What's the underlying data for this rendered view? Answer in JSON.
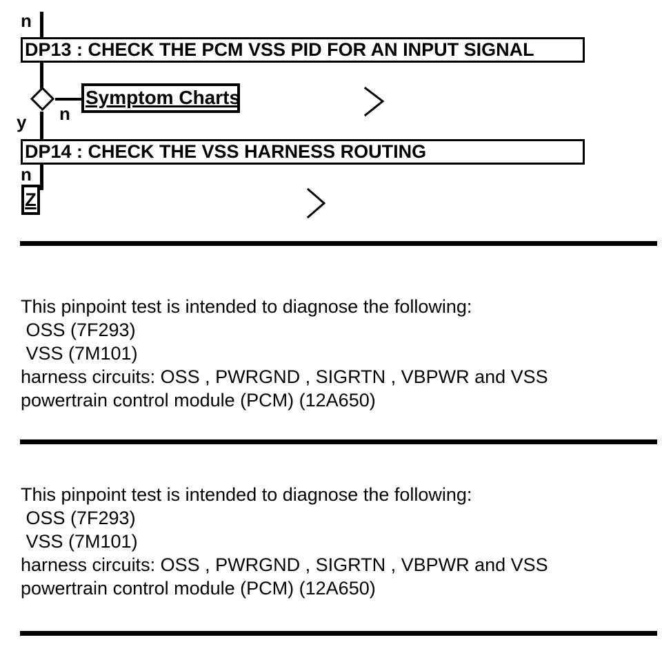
{
  "colors": {
    "ink": "#000000",
    "paper": "#ffffff"
  },
  "flowchart": {
    "entry_branch_label": "n",
    "dp13_title": "DP13 : CHECK THE PCM VSS PID FOR AN INPUT SIGNAL",
    "decision_no_label": "n",
    "decision_yes_label": "y",
    "symptom_charts_link_label": "Symptom Charts",
    "dp14_title": "DP14 : CHECK THE VSS HARNESS ROUTING",
    "dp14_branch_label": "n",
    "z_link_label": "Z"
  },
  "sections": [
    {
      "lines": [
        "This pinpoint test is intended to diagnose the following:",
        " OSS (7F293)",
        " VSS (7M101)",
        "harness circuits: OSS , PWRGND , SIGRTN , VBPWR and VSS",
        "powertrain control module (PCM) (12A650)"
      ]
    },
    {
      "lines": [
        "This pinpoint test is intended to diagnose the following:",
        " OSS (7F293)",
        " VSS (7M101)",
        "harness circuits: OSS , PWRGND , SIGRTN , VBPWR and VSS",
        "powertrain control module (PCM) (12A650)"
      ]
    }
  ]
}
